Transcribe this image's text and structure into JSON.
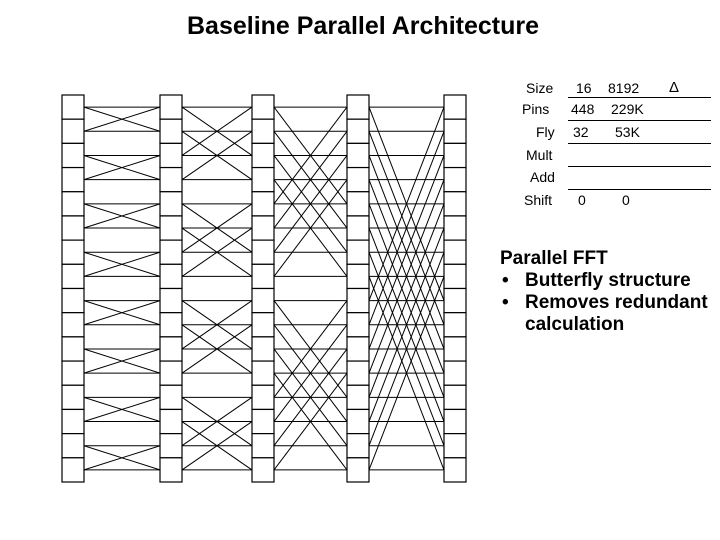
{
  "title": "Baseline Parallel Architecture",
  "table": {
    "header": [
      "Size",
      "16",
      "8192",
      "Δ"
    ],
    "rows": [
      [
        "Pins",
        "448",
        "229K"
      ],
      [
        "Fly",
        "32",
        "53K"
      ],
      [
        "Mult",
        "",
        ""
      ],
      [
        "Add",
        "",
        ""
      ],
      [
        "Shift",
        "0",
        "0"
      ]
    ]
  },
  "notes": {
    "heading": "Parallel FFT",
    "bullets": [
      "Butterfly structure",
      "Removes redundant calculation"
    ]
  }
}
